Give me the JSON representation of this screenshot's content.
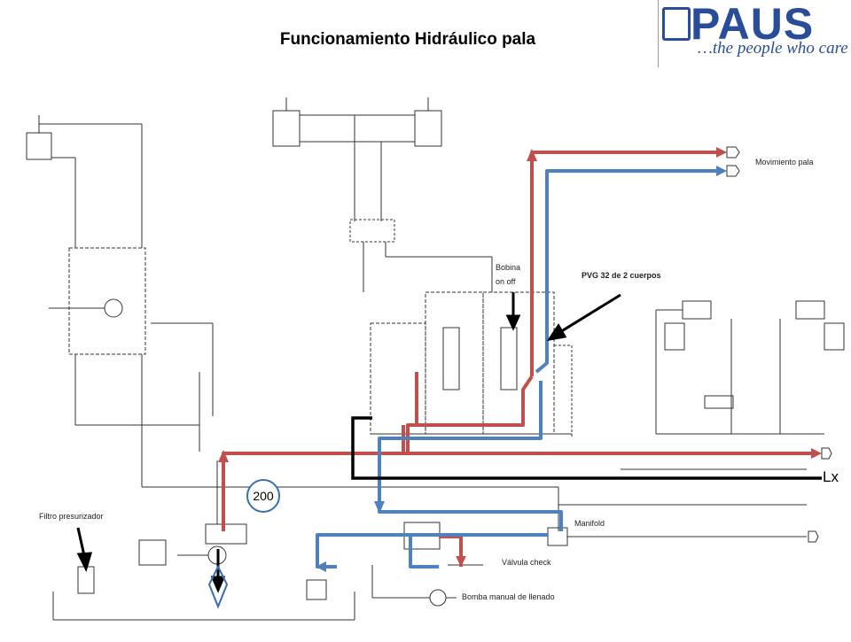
{
  "title": "Funcionamiento Hidráulico pala",
  "logo": {
    "brand": "PAUS",
    "tagline": "…the people who care"
  },
  "labels": {
    "movimiento_pala": "Movimiento pala",
    "bobina": "Bobina",
    "on_off": "on off",
    "pvg": "PVG 32 de 2 cuerpos",
    "filtro": "Filtro presurizador",
    "manifold": "Manifold",
    "valvula_check": "Válvula check",
    "bomba_manual": "Bomba manual de llenado",
    "lx": "Lx",
    "pressure_200": "200"
  },
  "colors": {
    "pressure_line": "#c0504d",
    "return_line": "#4f81bd",
    "brand": "#2a4d9a"
  }
}
